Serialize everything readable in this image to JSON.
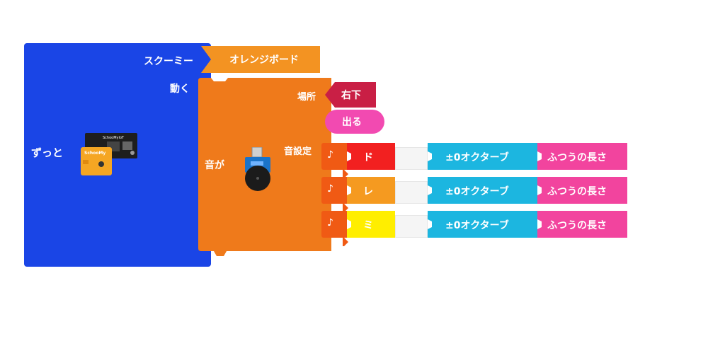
{
  "forever": {
    "label": "ずっと",
    "color": "#1a45e6"
  },
  "device": {
    "board_text": "SchooMyIoT",
    "badge_text": "SchooMy"
  },
  "schoomy": {
    "label": "スクーミー",
    "board": "オレンジボード",
    "board_color": "#f39322"
  },
  "move": {
    "label": "動く"
  },
  "buzzer": {
    "label": "音が",
    "color": "#ef7a1b"
  },
  "place": {
    "label": "場所",
    "value": "右下",
    "color": "#c91f45"
  },
  "out": {
    "label": "出る",
    "color": "#f24ab1"
  },
  "sound_setting": {
    "label": "音設定"
  },
  "notes": [
    {
      "icon": "♪",
      "name": "ド",
      "color": "#f22020",
      "octave": "±0オクターブ",
      "length": "ふつうの長さ"
    },
    {
      "icon": "♪",
      "name": "レ",
      "color": "#f59a20",
      "octave": "±0オクターブ",
      "length": "ふつうの長さ"
    },
    {
      "icon": "♪",
      "name": "ミ",
      "color": "#ffee00",
      "octave": "±0オクターブ",
      "length": "ふつうの長さ"
    }
  ],
  "colors": {
    "octave": "#1cb6e0",
    "length": "#f2449e",
    "note_block": "#f05a14"
  }
}
